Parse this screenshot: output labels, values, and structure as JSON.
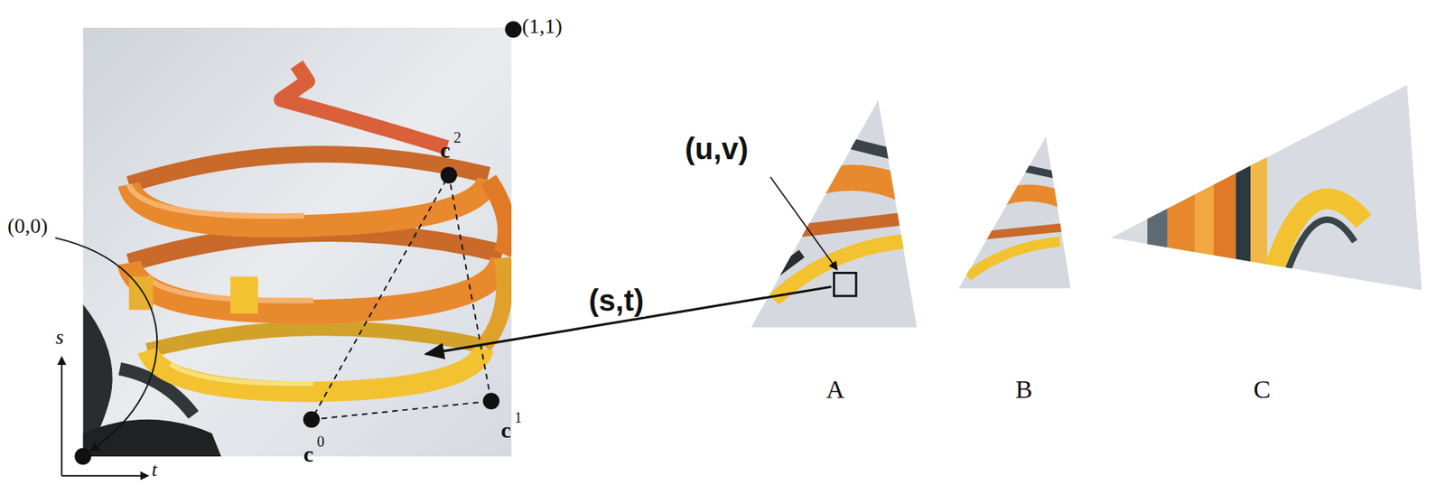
{
  "diagram": {
    "labels": [
      "(1,1)",
      "c",
      "2",
      "c",
      "1",
      "c",
      "0",
      "(0,0)",
      "s",
      "t",
      "(u,v)",
      "(s,t)",
      "A",
      "B",
      "C"
    ]
  }
}
